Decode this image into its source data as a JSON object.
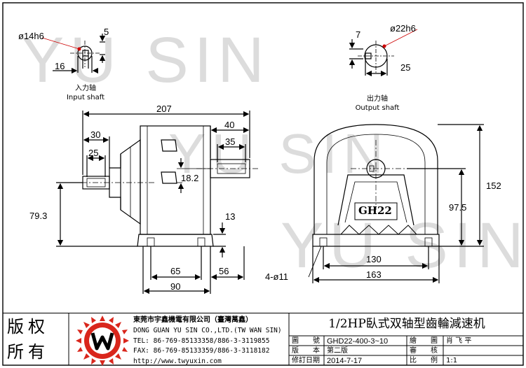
{
  "watermark": {
    "brand": "YU SIN"
  },
  "input_view": {
    "diameter": "ø14h6",
    "key_width": "5",
    "key_depth": "16",
    "caption_cn": "入力轴",
    "caption_en": "Input shaft"
  },
  "output_view": {
    "diameter": "ø22h6",
    "key_width": "7",
    "key_depth": "25",
    "caption_cn": "出力轴",
    "caption_en": "Output shaft"
  },
  "side_view": {
    "overall_length": "207",
    "input_shaft_length": "30",
    "input_key_length": "25",
    "output_shaft_length": "40",
    "output_key_length": "35",
    "offset": "18.2",
    "input_center_height": "79.3",
    "base_thickness": "13",
    "hole_spacing": "65",
    "base_to_edge": "56",
    "base_length": "90"
  },
  "front_view": {
    "nameplate": "GH22",
    "height": "152",
    "center_height": "97.5",
    "hole_spacing": "130",
    "base_width": "163",
    "holes": "4-ø11"
  },
  "title_block": {
    "copyright": [
      "版权",
      "所有"
    ],
    "company_cn": "東莞市宇鑫機電有限公司（臺灣萬鑫）",
    "company_en": "DONG GUAN YU SIN CO.,LTD.(TW WAN SIN)",
    "tel": "TEL: 86-769-85133358/886-3-3119855",
    "fax": "FAX: 86-769-85133359/886-3-3118182",
    "url": "http://www.twyuxin.com",
    "title": "1/2HP臥式双轴型齒輪減速机",
    "rows": [
      {
        "label": "圖　　號",
        "value": "GHD22-400-3~10",
        "label2": "繪　　圖",
        "value2": "肖 飞 平"
      },
      {
        "label": "版　　本",
        "value": "第二版",
        "label2": "審　　核",
        "value2": ""
      },
      {
        "label": "修訂日期",
        "value": "2014-7-17",
        "label2": "比　　例",
        "value2": "1:1"
      }
    ]
  }
}
